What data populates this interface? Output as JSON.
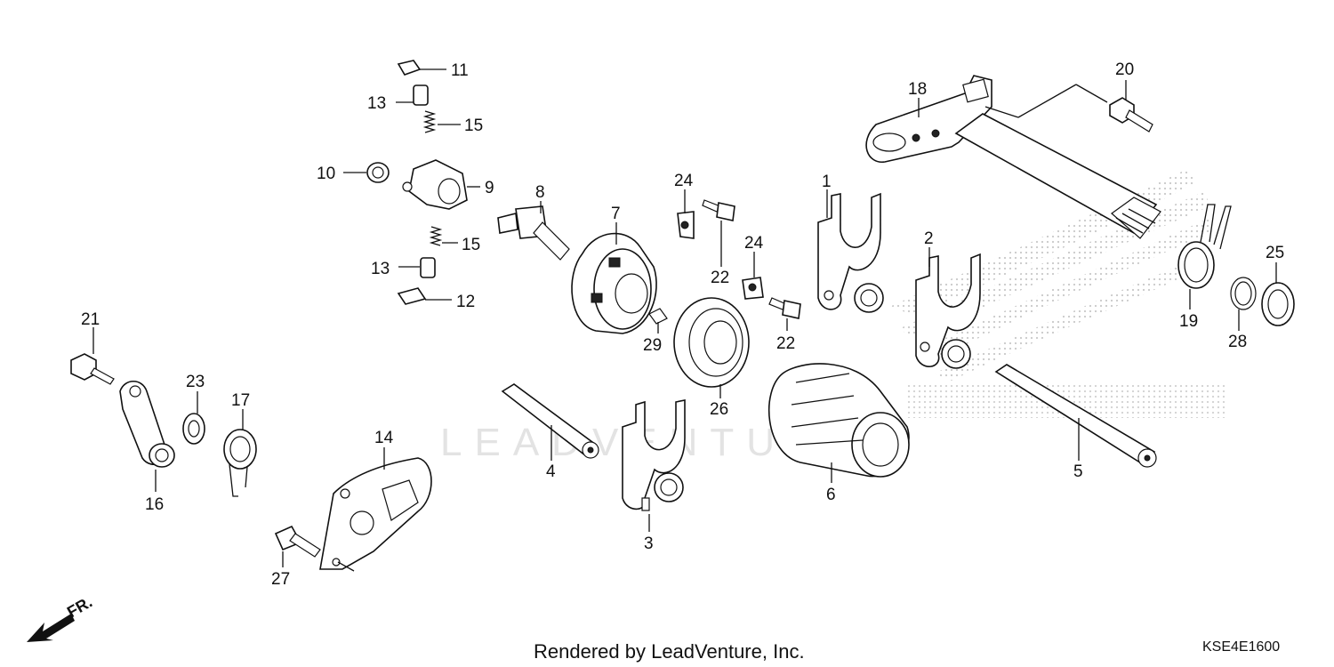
{
  "callouts": {
    "c1": "1",
    "c2": "2",
    "c3": "3",
    "c4": "4",
    "c5": "5",
    "c6": "6",
    "c7": "7",
    "c8": "8",
    "c9": "9",
    "c10": "10",
    "c11": "11",
    "c12": "12",
    "c13a": "13",
    "c13b": "13",
    "c14": "14",
    "c15a": "15",
    "c15b": "15",
    "c16": "16",
    "c17": "17",
    "c18": "18",
    "c19": "19",
    "c20": "20",
    "c21": "21",
    "c22a": "22",
    "c22b": "22",
    "c23": "23",
    "c24a": "24",
    "c24b": "24",
    "c25": "25",
    "c26": "26",
    "c27": "27",
    "c28": "28",
    "c29": "29"
  },
  "front_indicator": "FR.",
  "watermark": "LEADVENTURE",
  "footer": {
    "rendered_by": "Rendered by LeadVenture, Inc.",
    "diagram_code": "KSE4E1600"
  },
  "icons": {
    "front_arrow": "front-arrow-icon",
    "logo": "honda-wing-logo"
  }
}
